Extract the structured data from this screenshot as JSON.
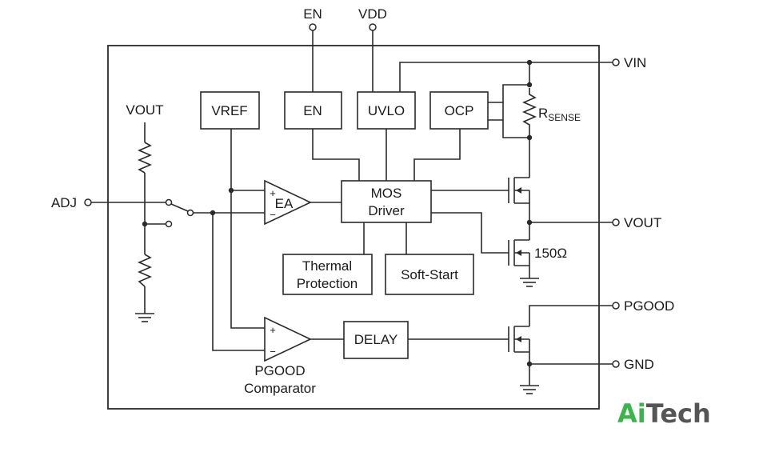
{
  "pins": {
    "en_top": "EN",
    "vdd_top": "VDD",
    "vin": "VIN",
    "vout_right": "VOUT",
    "pgood": "PGOOD",
    "gnd": "GND",
    "adj": "ADJ",
    "vout_left": "VOUT"
  },
  "blocks": {
    "vref": "VREF",
    "en": "EN",
    "uvlo": "UVLO",
    "ocp": "OCP",
    "mos_driver_line1": "MOS",
    "mos_driver_line2": "Driver",
    "thermal_line1": "Thermal",
    "thermal_line2": "Protection",
    "soft_start": "Soft-Start",
    "delay": "DELAY"
  },
  "amplifiers": {
    "ea_label": "EA",
    "plus": "+",
    "minus": "−",
    "pgood_comp_line1": "PGOOD",
    "pgood_comp_line2": "Comparator"
  },
  "components": {
    "rsense_main": "R",
    "rsense_sub": "SENSE",
    "pulldown_resistor": "150Ω"
  },
  "logo": {
    "part1": "Ai",
    "part2": "Tech",
    "color1": "#3ab54a",
    "color2": "#555555"
  }
}
